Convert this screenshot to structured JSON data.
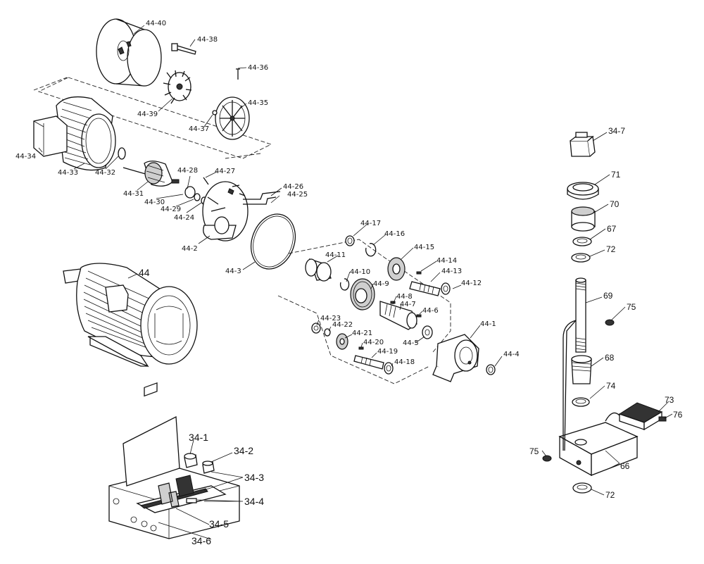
{
  "labels": {
    "p44_40": "44-40",
    "p44_38": "44-38",
    "p44_36": "44-36",
    "p44_35": "44-35",
    "p44_39": "44-39",
    "p44_37": "44-37",
    "p44_34": "44-34",
    "p44_33": "44-33",
    "p44_32": "44-32",
    "p44_31": "44-31",
    "p44_30": "44-30",
    "p44_29": "44-29",
    "p44_28": "44-28",
    "p44_27": "44-27",
    "p44_26": "44-26",
    "p44_25": "44-25",
    "p44_24": "44-24",
    "p44_2": "44-2",
    "p44_3": "44-3",
    "p44": "44",
    "p44_17": "44-17",
    "p44_16": "44-16",
    "p44_15": "44-15",
    "p44_14": "44-14",
    "p44_13": "44-13",
    "p44_12": "44-12",
    "p44_11": "44-11",
    "p44_10": "44-10",
    "p44_9": "44-9",
    "p44_8": "44-8",
    "p44_7": "44-7",
    "p44_6": "44-6",
    "p44_5": "44-5",
    "p44_1": "44-1",
    "p44_4": "44-4",
    "p44_23": "44-23",
    "p44_22": "44-22",
    "p44_21": "44-21",
    "p44_20": "44-20",
    "p44_19": "44-19",
    "p44_18": "44-18",
    "p34_1": "34-1",
    "p34_2": "34-2",
    "p34_3": "34-3",
    "p34_4": "34-4",
    "p34_5": "34-5",
    "p34_6": "34-6",
    "p34_7": "34-7",
    "p71": "71",
    "p70": "70",
    "p67": "67",
    "p72a": "72",
    "p69": "69",
    "p75a": "75",
    "p68": "68",
    "p74": "74",
    "p73": "73",
    "p76": "76",
    "p75b": "75",
    "p66": "66",
    "p72b": "72"
  }
}
